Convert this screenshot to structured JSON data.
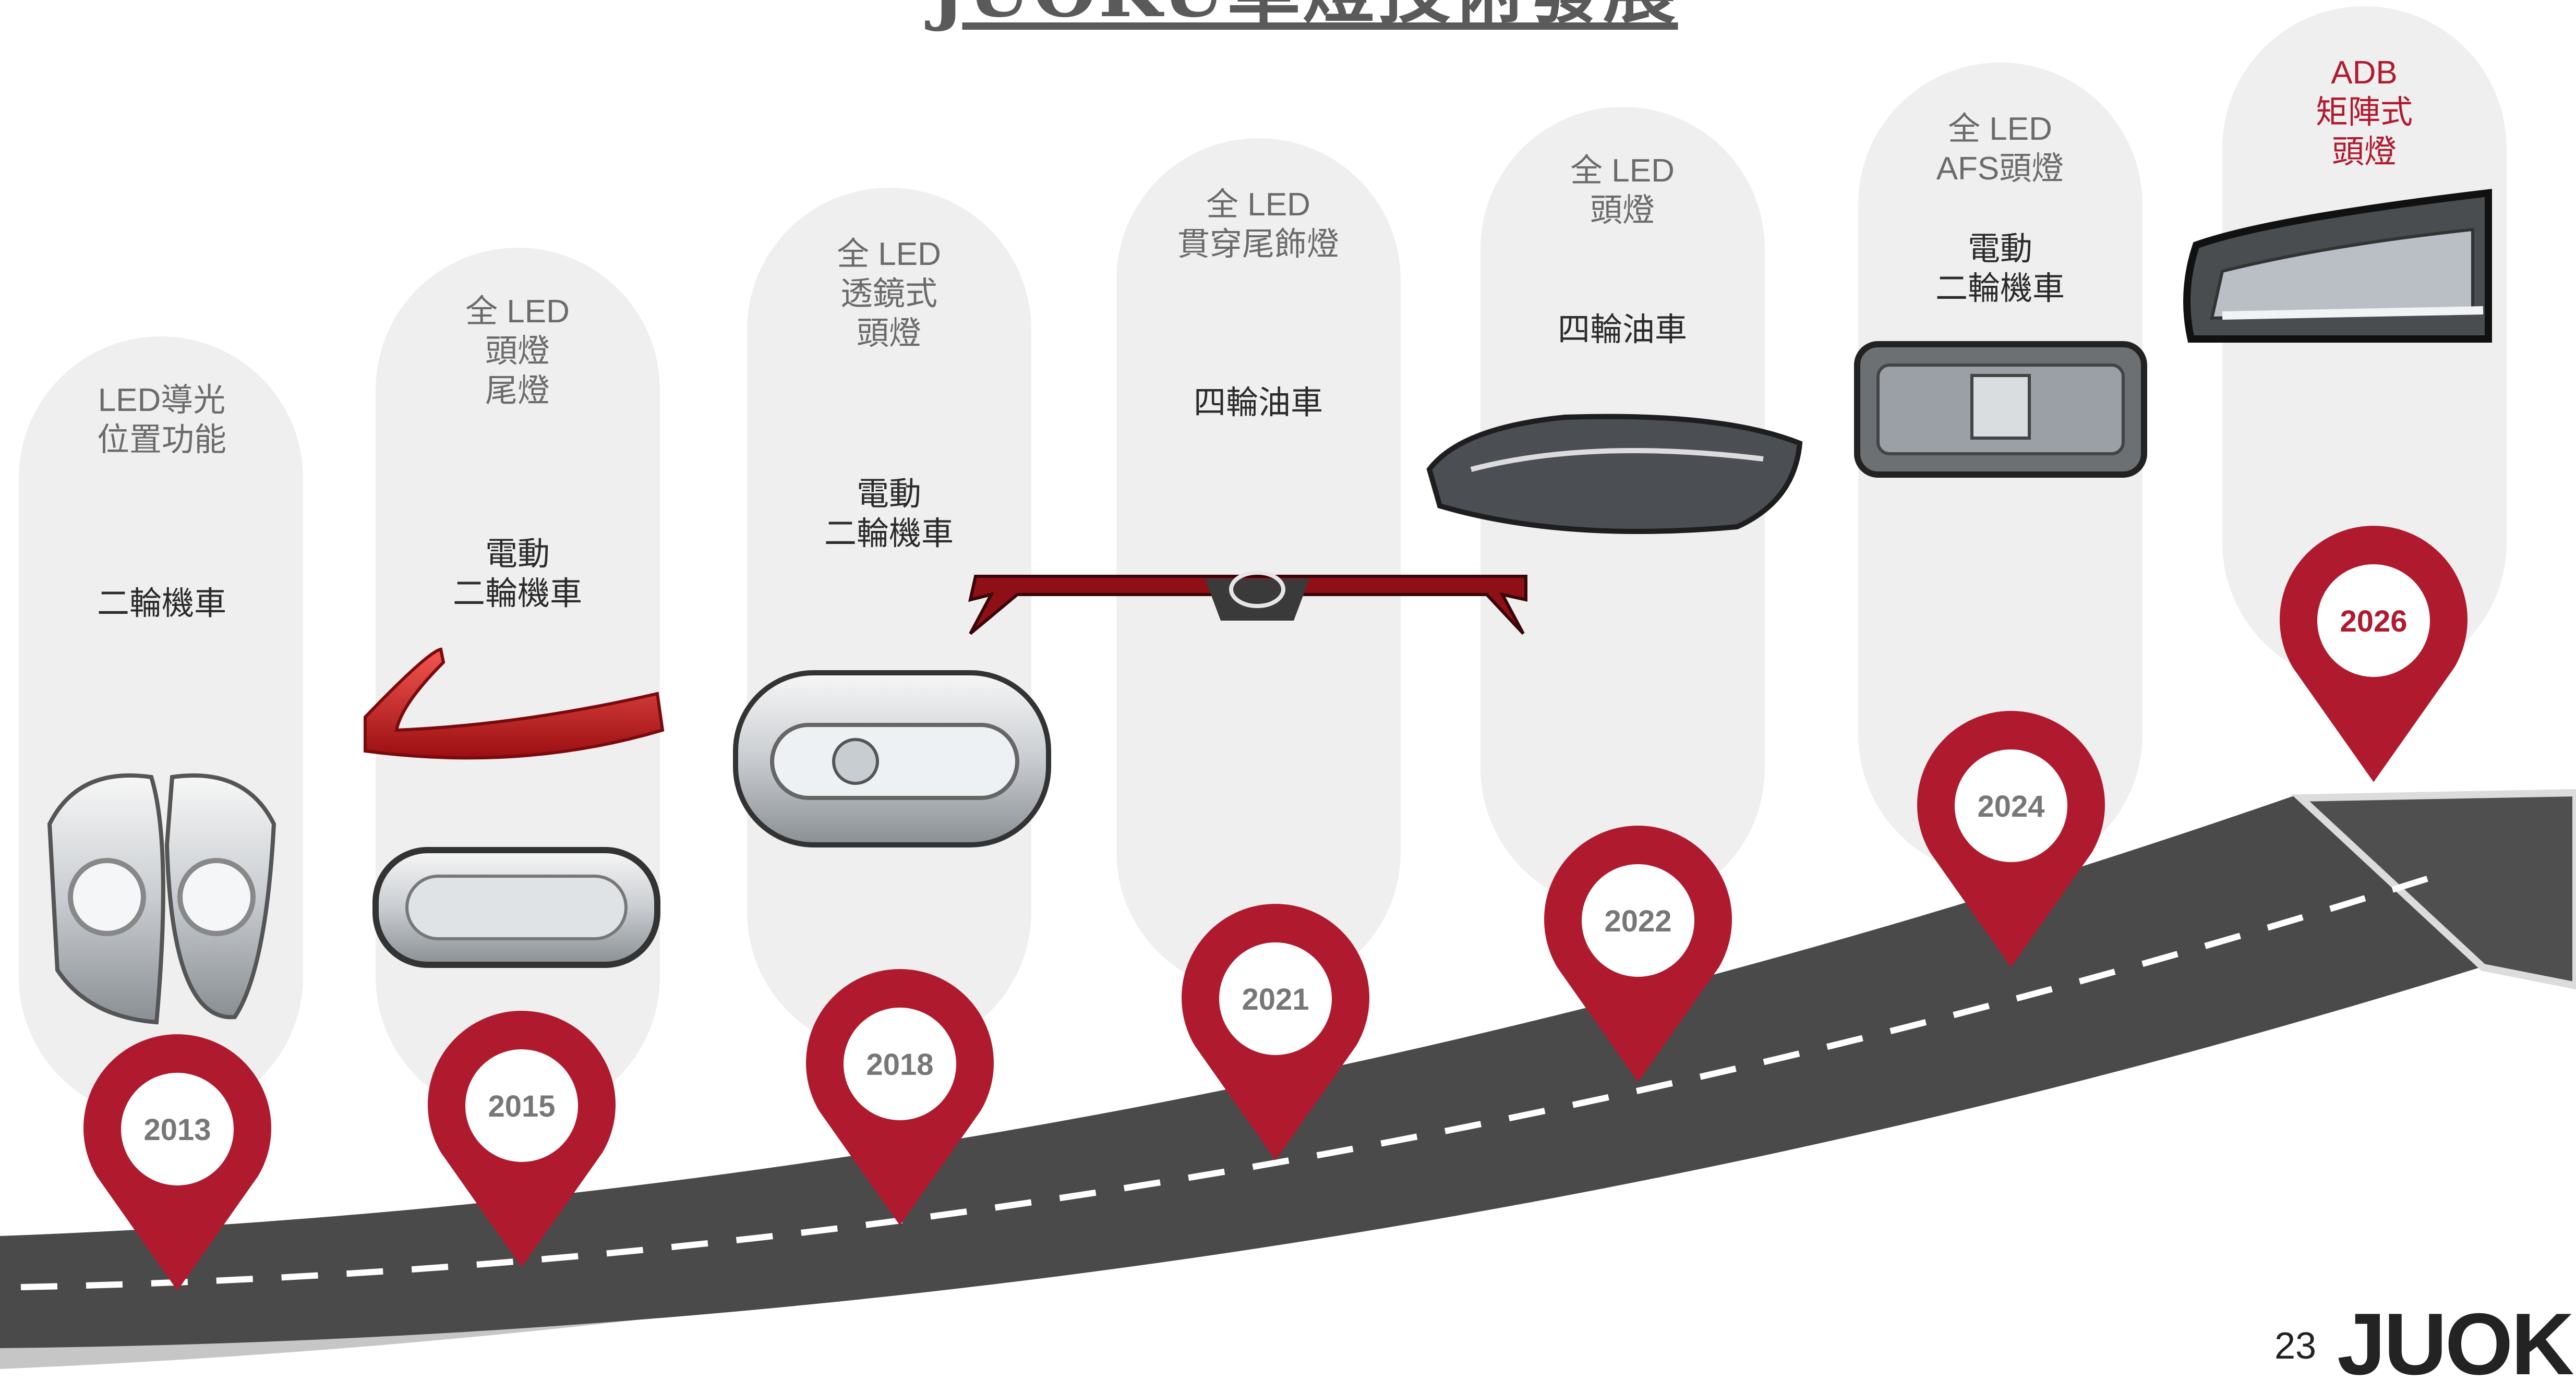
{
  "title": "JUOKU車燈技術發展",
  "milestones": [
    {
      "year": "2013",
      "tech": "LED導光\n位置功能",
      "vehicle": "二輪機車"
    },
    {
      "year": "2015",
      "tech": "全 LED\n頭燈\n尾燈",
      "vehicle": "電動\n二輪機車"
    },
    {
      "year": "2018",
      "tech": "全 LED\n透鏡式\n頭燈",
      "vehicle": "電動\n二輪機車"
    },
    {
      "year": "2021",
      "tech": "全 LED\n貫穿尾飾燈",
      "vehicle": "四輪油車"
    },
    {
      "year": "2022",
      "tech": "全 LED\n頭燈",
      "vehicle": "四輪油車"
    },
    {
      "year": "2024",
      "tech": "全 LED\nAFS頭燈",
      "vehicle": "電動\n二輪機車"
    },
    {
      "year": "2026",
      "tech": "ADB\n矩陣式\n頭燈",
      "vehicle": ""
    }
  ],
  "page_number": "23",
  "logo_text": "JUOKU",
  "colors": {
    "accent": "#b01a2e",
    "road": "#4a4a4a",
    "pill": "#efefef",
    "text_gray": "#6b6b6b"
  },
  "icons": [
    "location-pin-icon",
    "headlight-image",
    "taillight-image",
    "toyota-light-bar-image",
    "matrix-headlight-image"
  ]
}
